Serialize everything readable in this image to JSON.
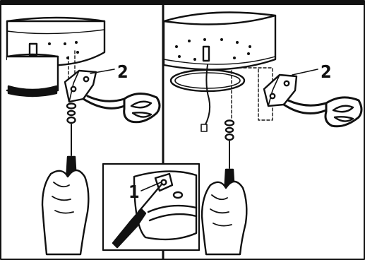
{
  "callouts": {
    "left_panel_bracket": "2",
    "right_panel_bracket": "2",
    "inset_screw": "1"
  }
}
